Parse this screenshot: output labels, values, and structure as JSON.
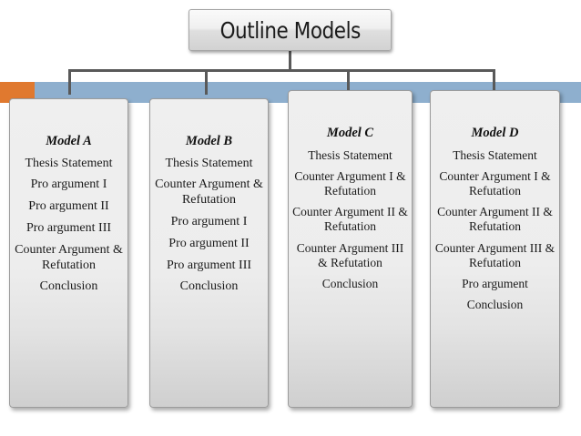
{
  "title": {
    "text": "Outline Models"
  },
  "colors": {
    "band_orange": "#E0792F",
    "band_blue": "#8EAFCE",
    "connector": "#595959",
    "card_fill": "#EDEDED",
    "card_border": "#9C9C9C",
    "text": "#1a1a1a"
  },
  "models": [
    {
      "title": "Model A",
      "items": [
        "Thesis Statement",
        "Pro argument I",
        "Pro argument II",
        "Pro argument III",
        "Counter Argument & Refutation",
        "Conclusion"
      ]
    },
    {
      "title": "Model B",
      "items": [
        "Thesis Statement",
        "Counter Argument & Refutation",
        "Pro argument I",
        "Pro argument II",
        "Pro argument III",
        "Conclusion"
      ]
    },
    {
      "title": "Model C",
      "items": [
        "Thesis Statement",
        "Counter Argument I & Refutation",
        "Counter Argument II & Refutation",
        "Counter Argument III & Refutation",
        "Conclusion"
      ]
    },
    {
      "title": "Model D",
      "items": [
        "Thesis Statement",
        "Counter Argument I & Refutation",
        "Counter Argument II & Refutation",
        "Counter Argument III & Refutation",
        "Pro argument",
        "Conclusion"
      ]
    }
  ]
}
